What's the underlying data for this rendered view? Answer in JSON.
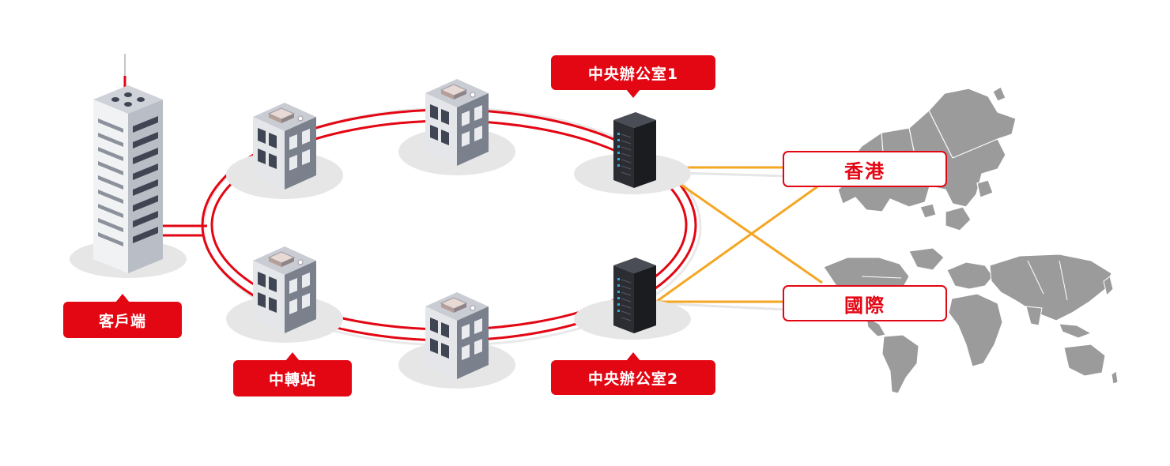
{
  "labels": {
    "client": "客戶端",
    "relay": "中轉站",
    "office1": "中央辦公室1",
    "office2": "中央辦公室2",
    "hongkong": "香港",
    "international": "國際"
  },
  "colors": {
    "ring_red": "#e30613",
    "link_orange": "#f5a623",
    "map_gray": "#9b9b9b",
    "shadow_gray": "#e6e6e6"
  },
  "icons": [
    "skyscraper-icon",
    "office-building-icon",
    "server-rack-icon",
    "hong-kong-map-icon",
    "world-map-icon"
  ]
}
